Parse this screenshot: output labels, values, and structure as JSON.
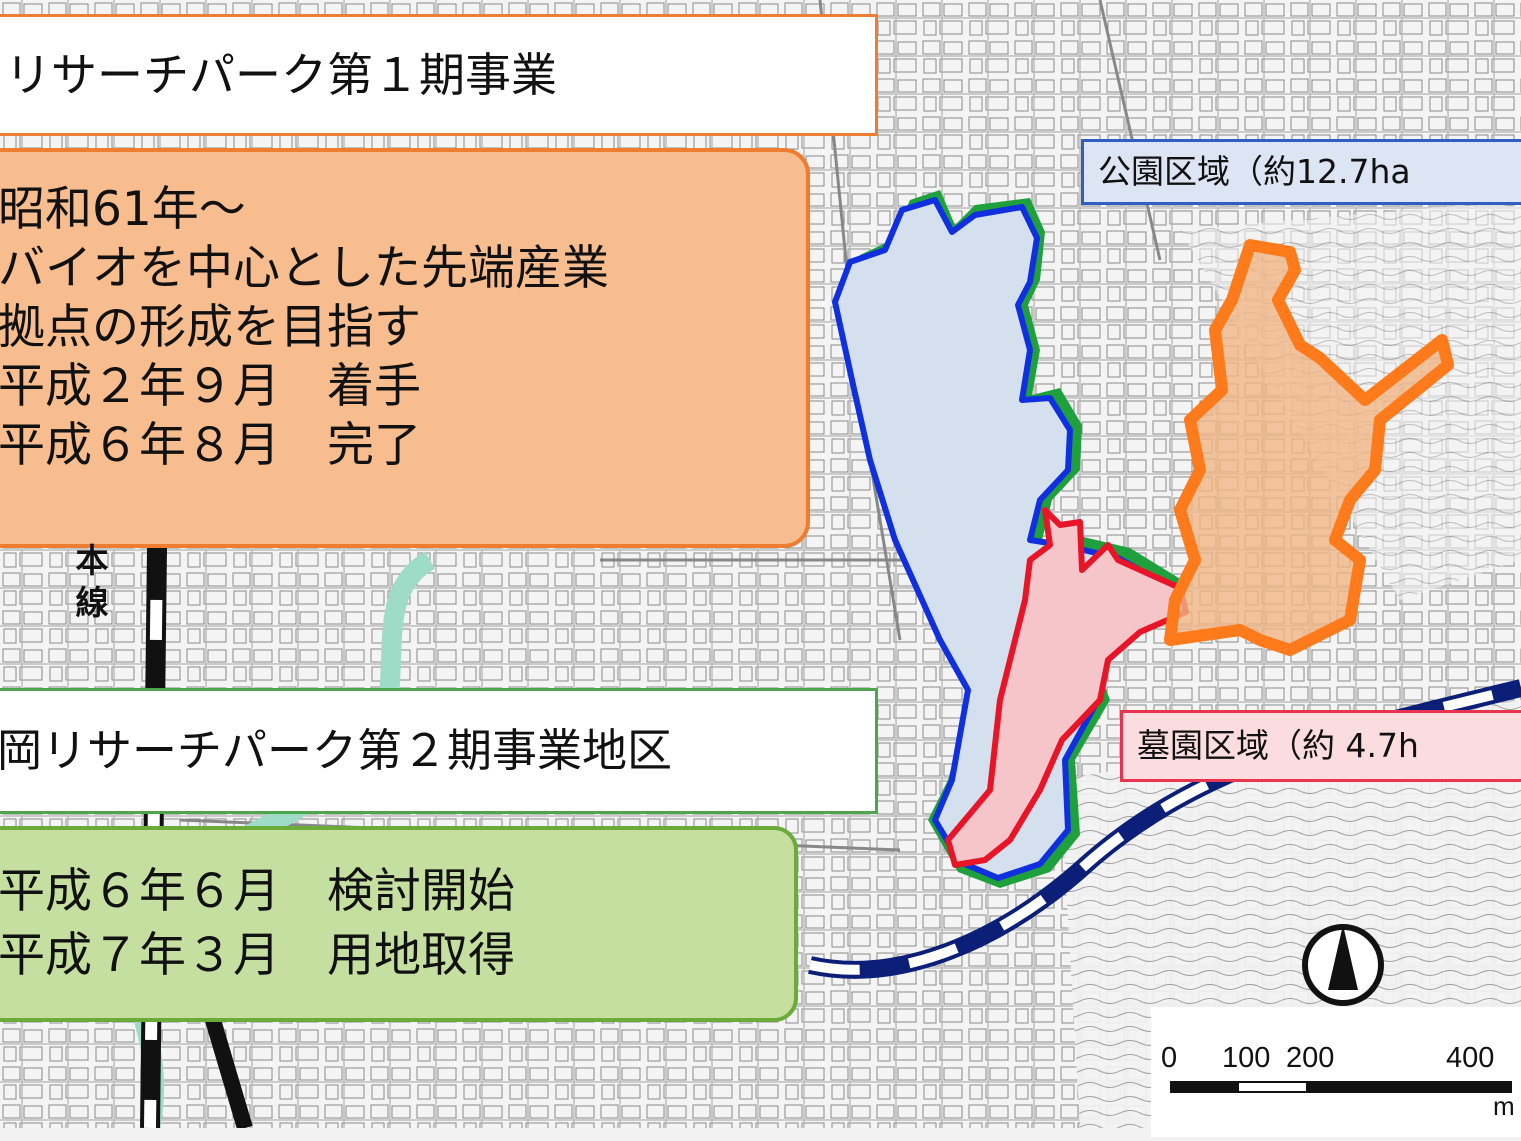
{
  "phase1": {
    "title": "リサーチパーク第１期事業",
    "lines": [
      "昭和61年～",
      "バイオを中心とした先端産業",
      "拠点の形成を目指す",
      "平成２年９月　着手",
      "平成６年８月　完了"
    ]
  },
  "phase2": {
    "title": "岡リサーチパーク第２期事業地区",
    "lines": [
      "平成６年６月　検討開始",
      "平成７年３月　用地取得"
    ]
  },
  "park_area": {
    "label": "公園区域（約12.7ha",
    "outline_color": "#1030e0",
    "buffer_color": "#1ea03c",
    "fill_color": "#d5e0ef"
  },
  "cemetery_area": {
    "label": "墓園区域（約 4.7h",
    "outline_color": "#e81428",
    "fill_color": "#f6c5ca"
  },
  "phase1_area": {
    "outline_color": "#ff7a1a",
    "fill_color": "#f0b585"
  },
  "railway_label": [
    "本",
    "線"
  ],
  "north_arrow": {
    "icon": "north-arrow-icon"
  },
  "scale_bar": {
    "ticks": [
      "0",
      "100",
      "200",
      "400"
    ],
    "unit": "m"
  },
  "colors": {
    "rail": "#0b1f78",
    "map_background": "#f2f2f2",
    "river": "#9edcc8"
  }
}
